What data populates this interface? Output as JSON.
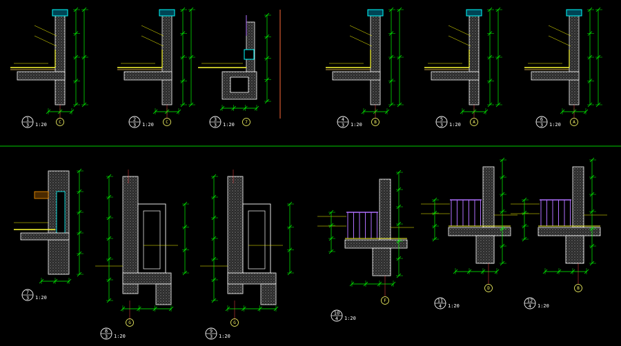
{
  "colors": {
    "background": "#000000",
    "dimension": "#00ff00",
    "wall": "#ffffff",
    "hatch": "#9a9a9a",
    "coping": "#00ffff",
    "railing": "#b070ff",
    "leader": "#ffff00",
    "waterproof": "#ffff33",
    "cut_line": "#ff6a3a",
    "axis_bubble": "#ffff66"
  },
  "details": [
    {
      "id": "d1",
      "detail_no": "1",
      "sheet_no": "3",
      "scale": "1:20",
      "axis": "C",
      "style": "parapet"
    },
    {
      "id": "d2",
      "detail_no": "2",
      "sheet_no": "3",
      "scale": "1:20",
      "axis": "C",
      "style": "parapet"
    },
    {
      "id": "d3",
      "detail_no": "3",
      "sheet_no": "3",
      "scale": "1:20",
      "axis": "7",
      "style": "gutter"
    },
    {
      "id": "d4",
      "detail_no": "4",
      "sheet_no": "3",
      "scale": "1:20",
      "axis": "B",
      "style": "parapet"
    },
    {
      "id": "d5",
      "detail_no": "5",
      "sheet_no": "3",
      "scale": "1:20",
      "axis": "A",
      "style": "parapet"
    },
    {
      "id": "d6",
      "detail_no": "6",
      "sheet_no": "3",
      "scale": "1:20",
      "axis": "A",
      "style": "parapet"
    },
    {
      "id": "d7",
      "detail_no": "7",
      "sheet_no": "3",
      "scale": "1:20",
      "axis": "",
      "style": "eave"
    },
    {
      "id": "d8",
      "detail_no": "8",
      "sheet_no": "3",
      "scale": "1:20",
      "axis": "G",
      "style": "tall"
    },
    {
      "id": "d9",
      "detail_no": "9",
      "sheet_no": "3",
      "scale": "1:20",
      "axis": "G",
      "style": "tall"
    },
    {
      "id": "d10",
      "detail_no": "10",
      "sheet_no": "4",
      "scale": "1:20",
      "axis": "F",
      "style": "balcony"
    },
    {
      "id": "d11",
      "detail_no": "11",
      "sheet_no": "4",
      "scale": "1:20",
      "axis": "D",
      "style": "balcony"
    },
    {
      "id": "d12",
      "detail_no": "12",
      "sheet_no": "4",
      "scale": "1:20",
      "axis": "B",
      "style": "balcony"
    }
  ]
}
